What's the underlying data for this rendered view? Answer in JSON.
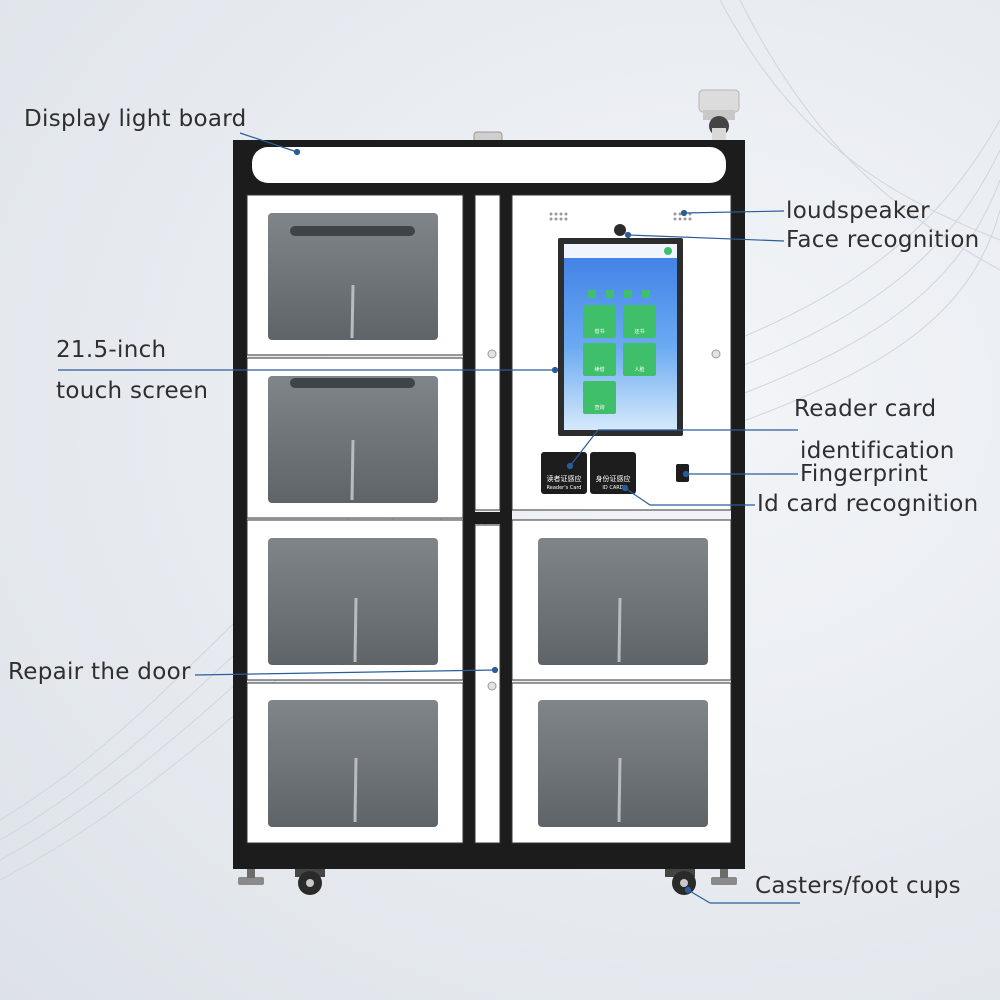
{
  "labels": {
    "display_light_board": "Display light board",
    "loudspeaker": "loudspeaker",
    "face_recognition": "Face recognition",
    "touch_screen_line1": "21.5-inch",
    "touch_screen_line2": "touch screen",
    "reader_card_line1": "Reader card",
    "reader_card_line2": "identification",
    "fingerprint": "Fingerprint",
    "id_card_recognition": "Id card recognition",
    "repair_door": "Repair the door",
    "casters": "Casters/foot cups"
  },
  "panels": {
    "reader_card_cn": "读者证感应",
    "reader_card_en": "Reader's Card",
    "id_card_cn": "身份证感应",
    "id_card_en": "ID CARD"
  },
  "screen": {
    "tiles": [
      "借书",
      "还书",
      "续借",
      "人脸",
      "查询"
    ]
  },
  "colors": {
    "frame": "#1c1c1c",
    "door_panel": "#ffffff",
    "glass": "#6e7378",
    "tile_green": "#3fbf6a",
    "screen_bg": "#5a9cf0",
    "leader_line": "#2a5d9a"
  }
}
